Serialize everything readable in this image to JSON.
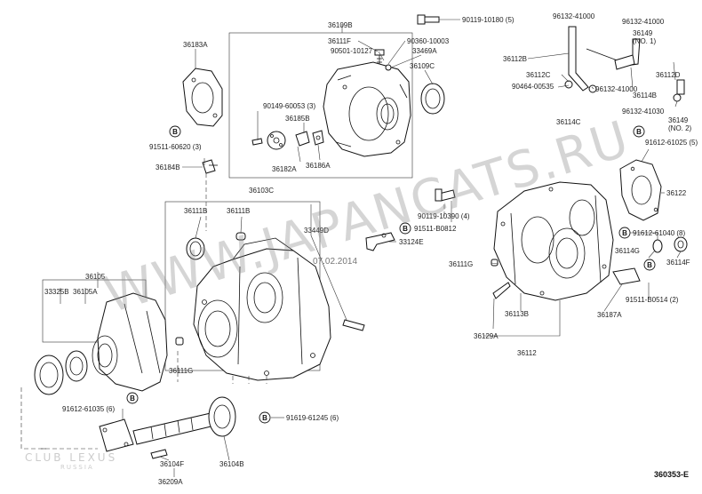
{
  "labels": {
    "p36109B": "36109B",
    "p90119_10180": "90119-10180 (5)",
    "p96132_41000_a": "96132-41000",
    "p96132_41000_b": "96132-41000",
    "p36149_1": "36149",
    "p36149_1_no": "(NO. 1)",
    "p36183A": "36183A",
    "p36111F": "36111F",
    "p90360_10003": "90360-10003",
    "p90501_10127": "90501-10127",
    "p33469A": "33469A",
    "p36109C": "36109C",
    "p36112B": "36112B",
    "p36112C": "36112C",
    "p36112D": "36112D",
    "p90464_00535": "90464-00535",
    "p96132_41000_c": "96132-41000",
    "p36114B": "36114B",
    "p96132_41030": "96132-41030",
    "p36149_2": "36149",
    "p36149_2_no": "(NO. 2)",
    "p90149_60053": "90149-60053 (3)",
    "p36185B": "36185B",
    "p36114C": "36114C",
    "p91511_60620": "91511-60620 (3)",
    "p36182A": "36182A",
    "p36186A": "36186A",
    "p91612_61025": "91612-61025 (5)",
    "p36184B": "36184B",
    "p36103C": "36103C",
    "p36122": "36122",
    "p90119_10390": "90119-10390 (4)",
    "p91511_B0812": "91511-B0812",
    "p36111B": "36111B",
    "p36111B_b": "36111B",
    "p33449D": "33449D",
    "p33124E": "33124E",
    "p91612_61040": "91612-61040 (8)",
    "p36114G": "36114G",
    "p36114F": "36114F",
    "p36111G": "36111G",
    "p36105": "36105",
    "p33325B": "33325B",
    "p36105A": "36105A",
    "p91511_B0514": "91511-B0514 (2)",
    "p36113B": "36113B",
    "p36187A": "36187A",
    "p36129A": "36129A",
    "p36111G_b": "36111G",
    "p36112": "36112",
    "p91612_61035": "91612-61035 (6)",
    "p91619_61245": "91619-61245 (6)",
    "p36104F": "36104F",
    "p36104B": "36104B",
    "p36209A": "36209A"
  },
  "bolt_marker": "B",
  "watermark": "WWW.JAPANCATS.RU",
  "date_stamp": "07.02.2014",
  "diagram_code": "360353-E",
  "logo": {
    "line1": "CLUB LEXUS",
    "line2": "RUSSIA"
  },
  "colors": {
    "ink": "#111111",
    "watermark": "#8a8a8a",
    "background": "#ffffff"
  }
}
